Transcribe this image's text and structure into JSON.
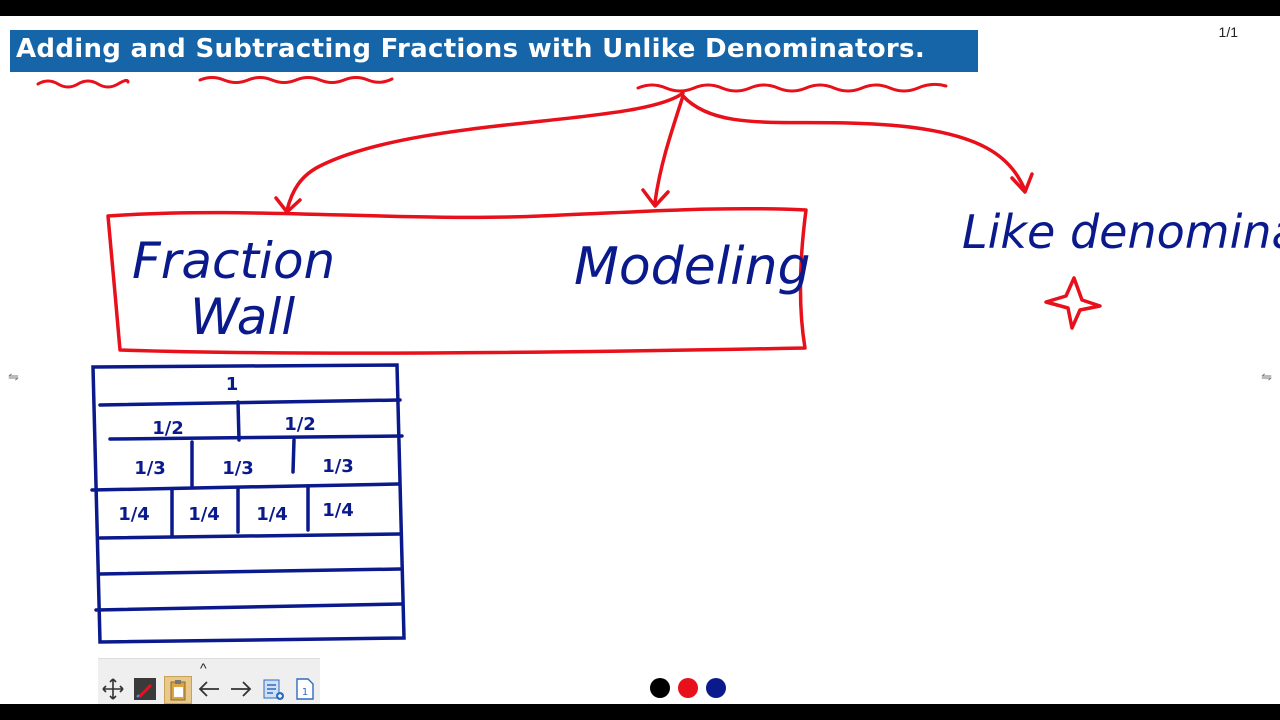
{
  "title": "Adding and Subtracting Fractions with Unlike Denominators.",
  "page_counter": "1/1",
  "handwriting": {
    "box_left": "Fraction",
    "box_left_2": "Wall",
    "box_right": "Modeling",
    "side_label": "Like denominator",
    "wall_top": "1",
    "half": "1/2",
    "third": "1/3",
    "quarter": "1/4"
  },
  "toolbar": {
    "collapse": "^",
    "move_icon": "move-icon",
    "pen_icon": "pen-icon",
    "clipboard_icon": "clipboard-icon",
    "prev_icon": "arrow-left-icon",
    "next_icon": "arrow-right-icon",
    "add_page_icon": "add-page-icon",
    "page_number": "1"
  },
  "colors": {
    "black": "#000000",
    "red": "#e8101a",
    "blue": "#0a1a8c",
    "title_bg": "#1565a8"
  },
  "nav_glyph": "⇋"
}
